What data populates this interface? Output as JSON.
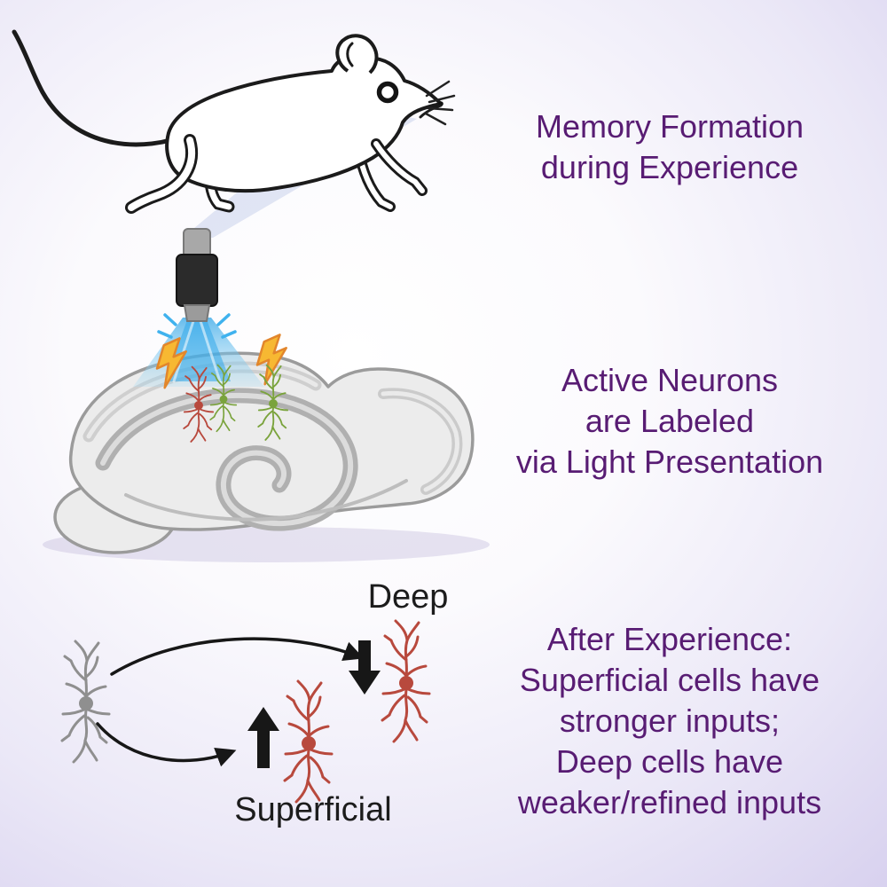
{
  "captions": {
    "memory": "Memory Formation\nduring Experience",
    "labeling": "Active Neurons\nare Labeled\nvia Light Presentation",
    "after": "After Experience:\nSuperficial cells have\nstronger inputs;\nDeep cells have\nweaker/refined inputs"
  },
  "labels": {
    "deep": "Deep",
    "superficial": "Superficial"
  },
  "icons": [
    "mouse-illustration",
    "experience-beam",
    "light-device",
    "light-beam",
    "brain-slice",
    "lightning-bolt-icon",
    "labeled-neuron-red",
    "labeled-neuron-green",
    "gray-neuron",
    "superficial-neuron",
    "deep-neuron",
    "curved-arrow-to-deep",
    "curved-arrow-to-superficial",
    "up-arrow",
    "down-arrow"
  ],
  "colors": {
    "caption-text": "#581c73",
    "label-text": "#1c1c1c",
    "beam-blue": "#2fa7e9",
    "pale-beam": "#c3cdea",
    "neuron-red": "#b8493d",
    "neuron-green": "#7aa33c",
    "neuron-gray": "#8f8f8f",
    "bolt-yellow": "#f7b832",
    "bolt-outline": "#e2862c",
    "arrow-black": "#171717",
    "brain-fill": "#ececec",
    "brain-outline": "#9b9b9b",
    "ink": "#1b1b1b"
  }
}
